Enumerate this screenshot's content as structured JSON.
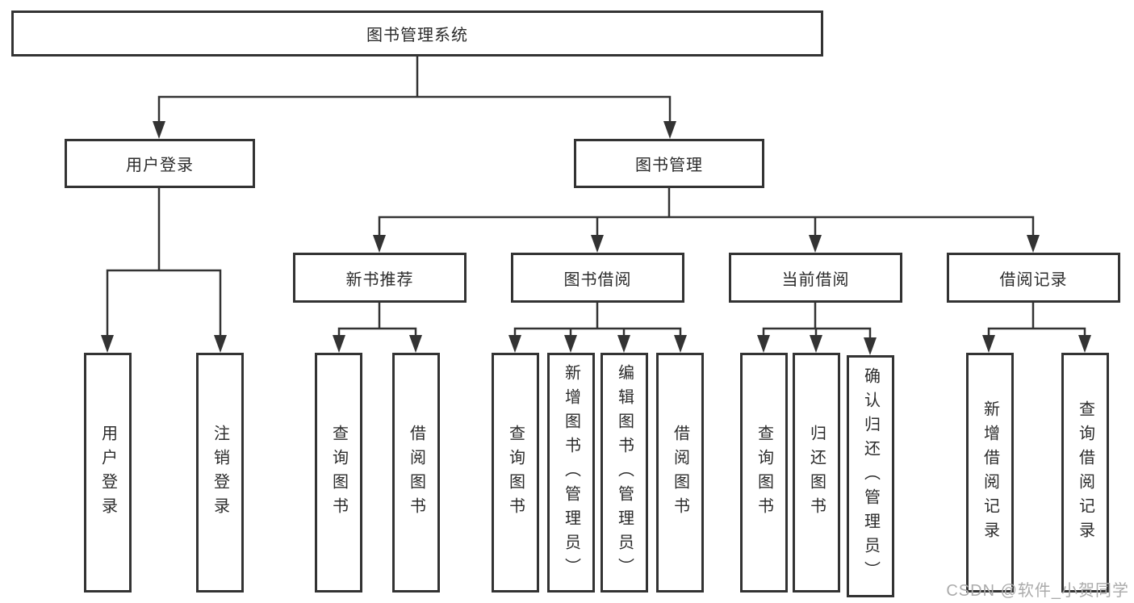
{
  "diagram": {
    "root": "图书管理系统",
    "level2": [
      "用户登录",
      "图书管理"
    ],
    "level3": [
      "新书推荐",
      "图书借阅",
      "当前借阅",
      "借阅记录"
    ],
    "leaves": {
      "user_login": [
        "用户登录",
        "注销登录"
      ],
      "new_book_recommend": [
        "查询图书",
        "借阅图书"
      ],
      "book_borrow": [
        "查询图书",
        "新增图书（管理员）",
        "编辑图书（管理员）",
        "借阅图书"
      ],
      "current_borrow": [
        "查询图书",
        "归还图书",
        "确认归还（管理员）"
      ],
      "borrow_record": [
        "新增借阅记录",
        "查询借阅记录"
      ]
    }
  },
  "watermark": "CSDN @软件_小贺同学",
  "colors": {
    "line": "#333333",
    "box_border": "#333333",
    "box_fill": "#ffffff",
    "text": "#2b2b2b",
    "watermark": "#ababab",
    "background": "#ffffff"
  }
}
